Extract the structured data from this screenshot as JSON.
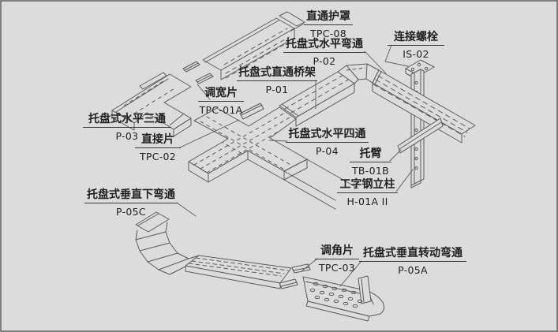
{
  "diagram": {
    "background": "#dcdcdc",
    "line_color": "#5a5a5a",
    "text_color": "#222222",
    "border_color": "#7e7e7e",
    "labels": [
      {
        "name": "直通护罩",
        "code": "TPC-08"
      },
      {
        "name": "连接螺栓",
        "code": "IS-02"
      },
      {
        "name": "托盘式水平弯通",
        "code": "P-02"
      },
      {
        "name": "托盘式直通桥架",
        "code": "P-01"
      },
      {
        "name": "调宽片",
        "code": "TPC-01A"
      },
      {
        "name": "托盘式水平三通",
        "code": "P-03"
      },
      {
        "name": "直接片",
        "code": "TPC-02"
      },
      {
        "name": "托盘式水平四通",
        "code": "P-04"
      },
      {
        "name": "托臂",
        "code": "TB-01B"
      },
      {
        "name": "工字钢立柱",
        "code": "H-01A II"
      },
      {
        "name": "托盘式垂直下弯通",
        "code": "P-05C"
      },
      {
        "name": "调角片",
        "code": "TPC-03"
      },
      {
        "name": "托盘式垂直转动弯通",
        "code": "P-05A"
      }
    ]
  }
}
